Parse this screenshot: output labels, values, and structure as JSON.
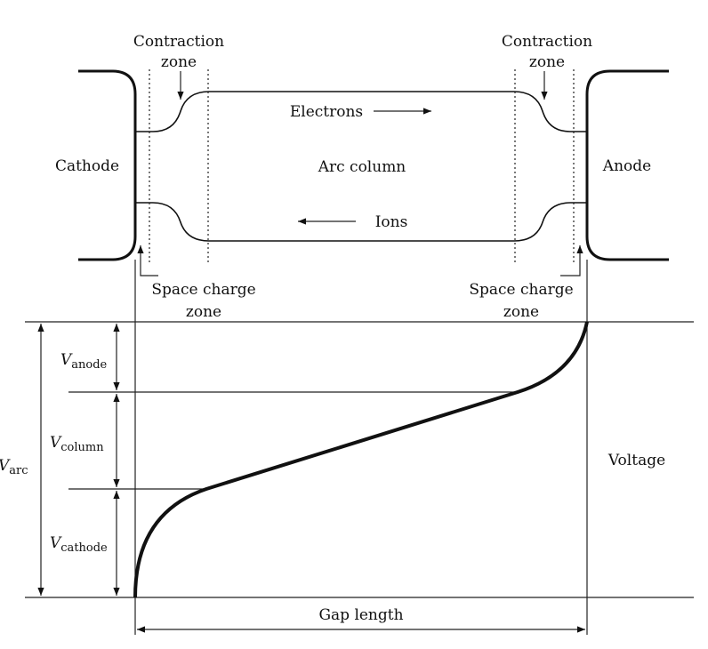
{
  "labels": {
    "contraction_left": [
      "Contraction",
      "zone"
    ],
    "contraction_right": [
      "Contraction",
      "zone"
    ],
    "cathode": "Cathode",
    "anode": "Anode",
    "electrons": "Electrons",
    "arc_column": "Arc column",
    "ions": "Ions",
    "space_charge_left": [
      "Space charge",
      "zone"
    ],
    "space_charge_right": [
      "Space charge",
      "zone"
    ],
    "v_anode": {
      "main": "V",
      "sub": "anode"
    },
    "v_column": {
      "main": "V",
      "sub": "column"
    },
    "v_cathode": {
      "main": "V",
      "sub": "cathode"
    },
    "v_arc": {
      "main": "V",
      "sub": "arc"
    },
    "voltage": "Voltage",
    "gap_length": "Gap length"
  }
}
